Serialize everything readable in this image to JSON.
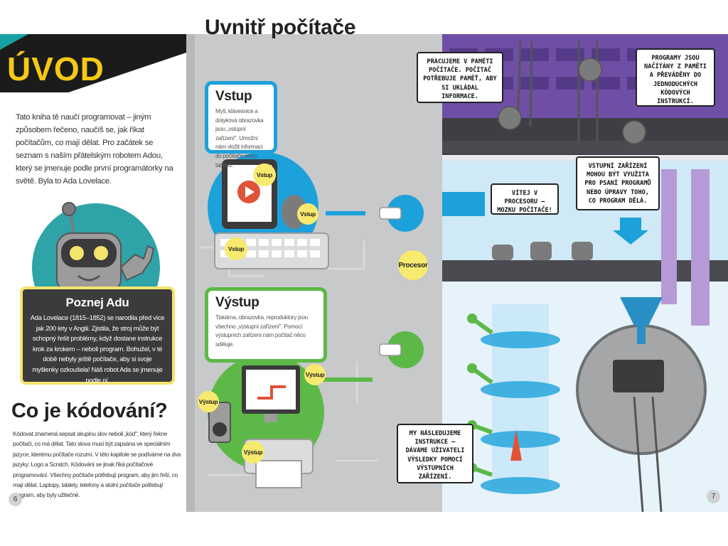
{
  "left_page": {
    "title": "ÚVOD",
    "intro": "Tato kniha tě naučí programovat – jiným způsobem řečeno, naučíš se, jak říkat počítačům, co mají dělat. Pro začátek se seznam s naším přátelským robotem Adou, který se jmenuje podle první programátorky na světě. Byla to Ada Lovelace.",
    "info_box": {
      "title": "Poznej Adu",
      "text": "Ada Lovelace (1815–1852) se narodila před více jak 200 lety v Anglii. Zjistila, že stroj může být schopný řešit problémy, když dostane instrukce krok za krokem – neboli program. Bohužel, v té době nebyly ještě počítače, aby si svoje myšlenky ozkoušela! Náš robot Ada se jmenuje podle ní."
    },
    "coding_title": "Co je kódování?",
    "coding_text": "Kódovat znamená sepsat skupinu slov neboli „kód\", který řekne počítači, co má dělat. Tato slova musí být zapsána ve speciálním jazyce, kterému počítače rozumí. V této kapitole se podíváme na dva jazyky: Logo a Scratch. Kódování se jinak říká počítačové programování. Všechny počítače potřebují program, aby jim řeší, co mají dělat. Laptopy, tablety, telefony a stolní počítače potřebují program, aby byly užitečné.",
    "page_number": "6"
  },
  "mid_page": {
    "title": "Uvnitř počítače",
    "input_box": {
      "title": "Vstup",
      "text": "Myš, klávesnice a dotyková obrazovka jsou „vstupní zařízení\". Umožní nám vložit informaci do počítače nebo tabletu."
    },
    "output_box": {
      "title": "Výstup",
      "text": "Tiskárna, obrazovka, reproduktory jsou všechno „výstupní zařízení\". Pomocí výstupních zařízení nám počítač něco sděluje."
    },
    "input_tag": "Vstup",
    "output_tag": "Výstup",
    "processor_tag": "Procesor"
  },
  "right_page": {
    "bubbles": {
      "memory": "PRACUJEME V PAMĚTI POČÍTAČE. POČÍTAČ POTŘEBUJE PAMĚŤ, ABY SI UKLÁDAL INFORMACE.",
      "programs": "PROGRAMY JSOU NAČÍTÁNY Z PAMĚTI A PŘEVÁDĚNY DO JEDNODUCHÝCH KÓDOVÝCH INSTRUKCÍ.",
      "input_devices": "VSTUPNÍ ZAŘÍZENÍ MOHOU BÝT VYUŽITA PRO PSANÍ PROGRAMŮ NEBO ÚPRAVY TOHO, CO PROGRAM DĚLÁ.",
      "welcome": "VÍTEJ V PROCESORU – MOZKU POČÍTAČE!",
      "follow": "MY NÁSLEDUJEME INSTRUKCE – DÁVÁME UŽIVATELI VÝSLEDKY POMOCÍ VÝSTUPNÍCH ZAŘÍZENÍ."
    },
    "page_number": "7"
  },
  "colors": {
    "banner_black": "#1b1b1b",
    "banner_teal": "#17a1a3",
    "title_yellow": "#f6c915",
    "input_blue": "#1da1db",
    "output_green": "#5cb947",
    "memory_purple": "#6f4fa6",
    "tag_yellow": "#f7ea6f"
  }
}
